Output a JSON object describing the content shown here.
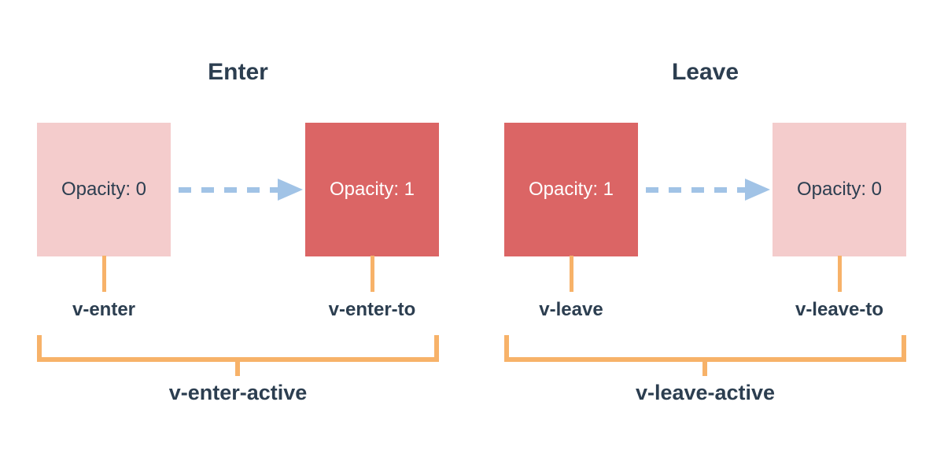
{
  "diagram": {
    "description": "Vue transition classes timeline diagram",
    "colors": {
      "text_navy": "#2c3e50",
      "box_faded_pink": "#f4cccc",
      "box_solid_red": "#db6565",
      "bracket_orange": "#f7b269",
      "arrow_blue": "#a1c3e6",
      "box_text_on_red": "#ffffff",
      "background": "#ffffff"
    },
    "groups": [
      {
        "title": "Enter",
        "start_box_text": "Opacity: 0",
        "end_box_text": "Opacity: 1",
        "start_label": "v-enter",
        "end_label": "v-enter-to",
        "active_label": "v-enter-active"
      },
      {
        "title": "Leave",
        "start_box_text": "Opacity: 1",
        "end_box_text": "Opacity: 0",
        "start_label": "v-leave",
        "end_label": "v-leave-to",
        "active_label": "v-leave-active"
      }
    ]
  }
}
